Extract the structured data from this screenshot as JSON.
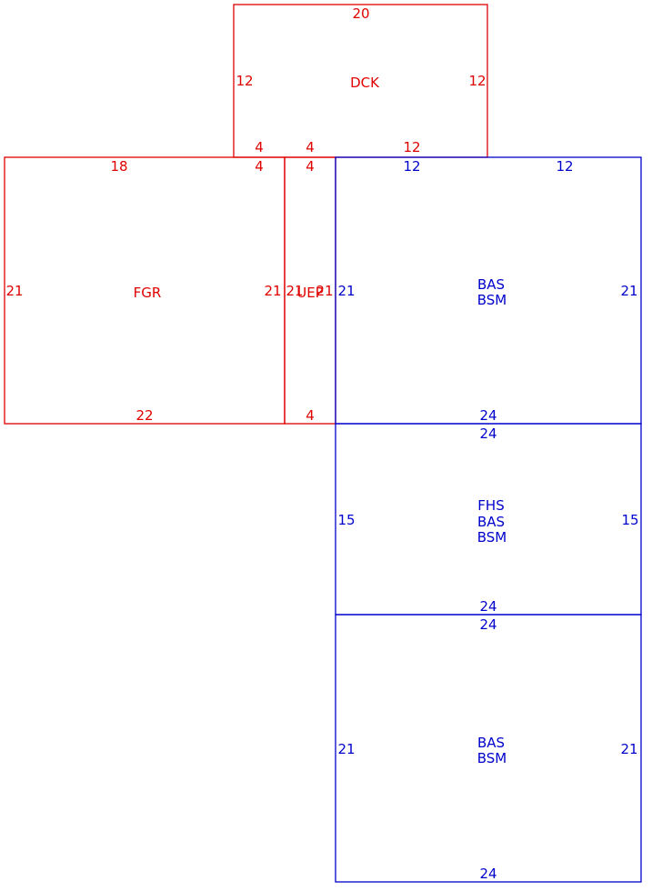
{
  "colors": {
    "existing": "#e00000",
    "base": "#0000cc"
  },
  "areas": {
    "dck": {
      "label": "DCK",
      "top": "20",
      "left": "12",
      "right": "12",
      "bottom_a": "4",
      "bottom_b": "4",
      "bottom_c": "12"
    },
    "fgr": {
      "label": "FGR",
      "top_a": "18",
      "top_b": "4",
      "left": "21",
      "right": "21",
      "bottom": "22"
    },
    "uep": {
      "label": "UEP",
      "top": "4",
      "left": "21",
      "right": "21",
      "bottom": "4"
    },
    "bas1": {
      "line1": "BAS",
      "line2": "BSM",
      "top_a": "12",
      "top_b": "12",
      "left": "21",
      "right": "21",
      "bottom": "24"
    },
    "fhs": {
      "line1": "FHS",
      "line2": "BAS",
      "line3": "BSM",
      "top": "24",
      "left": "15",
      "right": "15",
      "bottom": "24"
    },
    "bas2": {
      "line1": "BAS",
      "line2": "BSM",
      "top": "24",
      "left": "21",
      "right": "21",
      "bottom": "24"
    }
  }
}
